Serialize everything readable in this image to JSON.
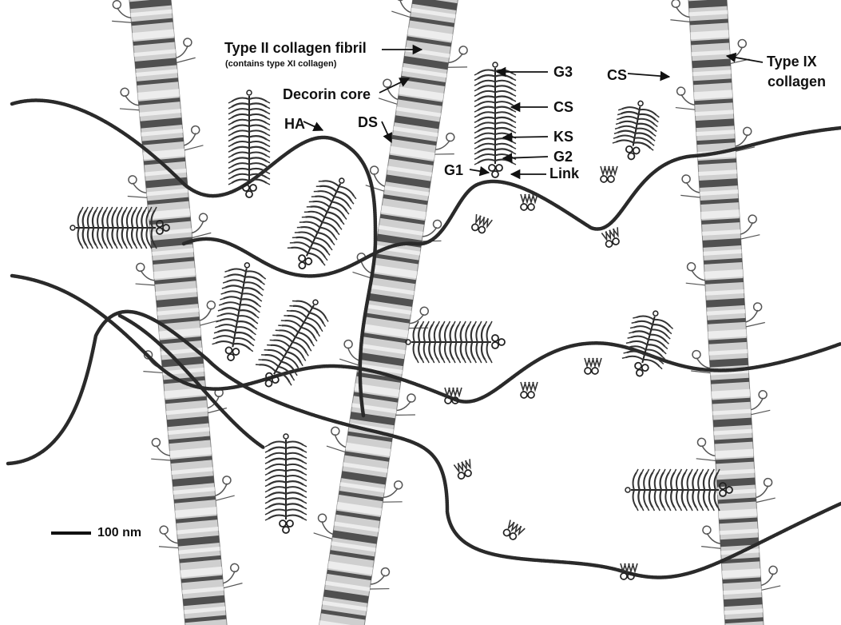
{
  "labels": {
    "type2_fibril": "Type II collagen fibril",
    "contains_type11": "(contains type XI collagen)",
    "decorin_core": "Decorin core",
    "ha": "HA",
    "ds": "DS",
    "g3": "G3",
    "cs_aggrecan": "CS",
    "ks": "KS",
    "g2": "G2",
    "g1": "G1",
    "link": "Link",
    "cs_type9": "CS",
    "type9_line1": "Type IX",
    "type9_line2": "collagen",
    "scale": "100 nm"
  },
  "colors": {
    "ink": "#2a2a2a",
    "fibril_fill": "#cfcfcf",
    "fibril_band_dark": "#3a3a3a",
    "fibril_band_light": "#f2f2f2",
    "background": "#ffffff"
  }
}
